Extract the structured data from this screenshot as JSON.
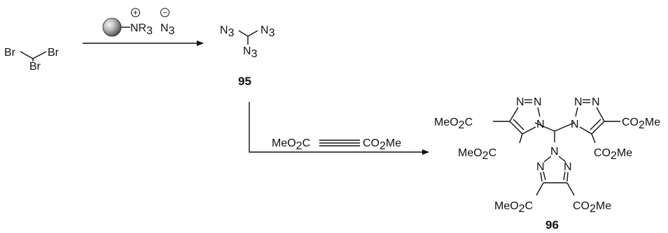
{
  "scheme": {
    "reactant": {
      "labels": [
        "Br",
        "Br",
        "Br"
      ]
    },
    "reagent_step1": {
      "group": "NR",
      "group_sub": "3",
      "anion": "N",
      "anion_sub": "3",
      "cation_charge": "+",
      "anion_charge": "−"
    },
    "intermediate": {
      "labels": [
        {
          "main": "N",
          "sub": "3"
        },
        {
          "main": "N",
          "sub": "3"
        },
        {
          "main": "N",
          "sub": "3"
        }
      ],
      "number": "95"
    },
    "reagent_step2": {
      "left_main": "MeO",
      "left_sub": "2",
      "left_tail": "C",
      "right_main": "CO",
      "right_sub": "2",
      "right_tail": "Me"
    },
    "product": {
      "number": "96",
      "ring_atoms": [
        "N",
        "N",
        "N",
        "N",
        "N",
        "N",
        "N",
        "N",
        "N"
      ],
      "ester_left": {
        "main": "MeO",
        "sub": "2",
        "tail": "C"
      },
      "ester_right": {
        "main": "CO",
        "sub": "2",
        "tail": "Me"
      }
    }
  }
}
